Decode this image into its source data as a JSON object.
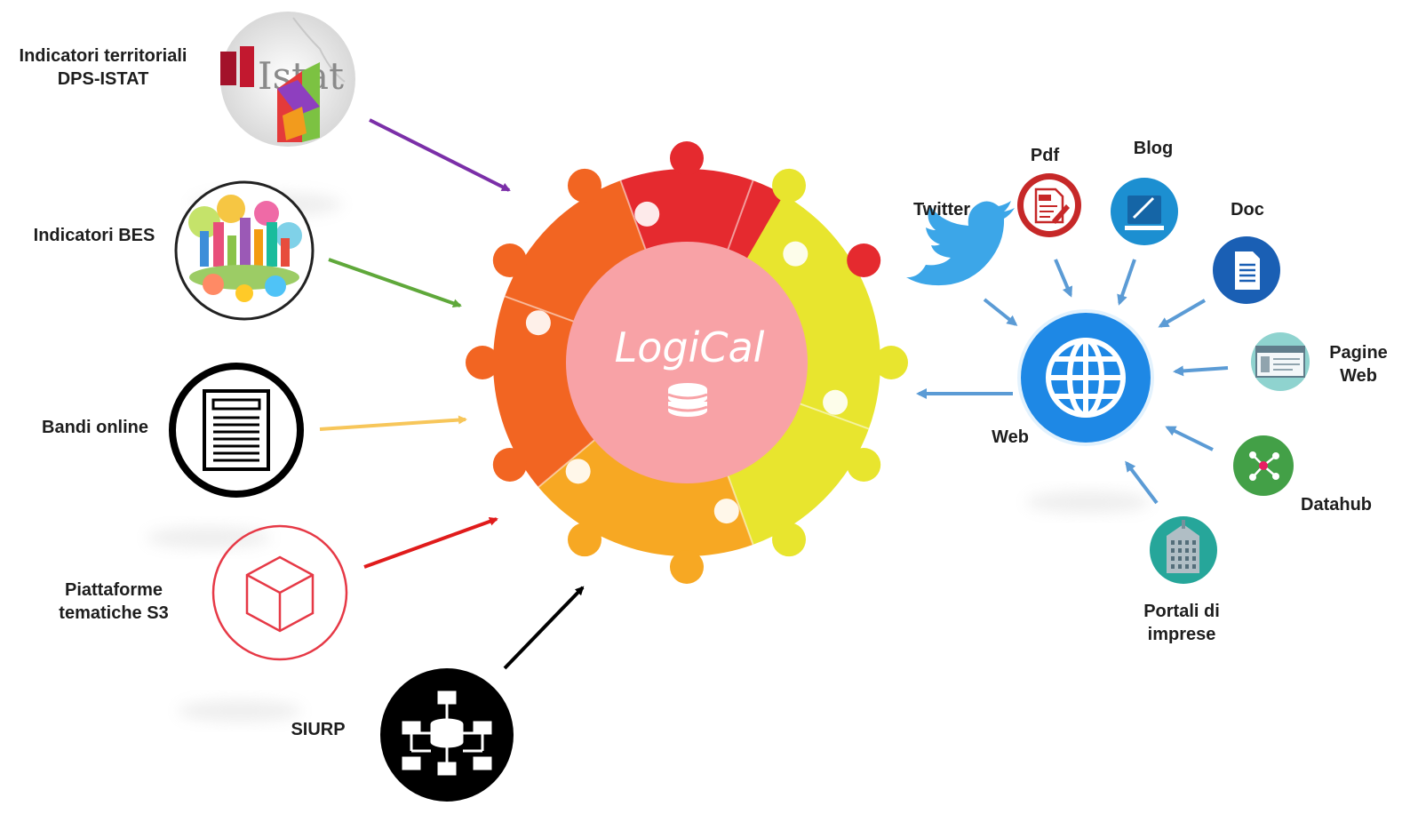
{
  "center": {
    "title": "LogiCal",
    "icon": "database-icon"
  },
  "sources_left": [
    {
      "id": "istat",
      "lines": [
        "Indicatori territoriali",
        "DPS-ISTAT"
      ],
      "icon": "istat-chart-icon",
      "arrow_color": "#7b2fa8"
    },
    {
      "id": "bes",
      "lines": [
        "Indicatori BES"
      ],
      "icon": "city-skyline-icon",
      "arrow_color": "#5fa83a"
    },
    {
      "id": "bandi",
      "lines": [
        "Bandi online"
      ],
      "icon": "document-icon",
      "arrow_color": "#f7c65a"
    },
    {
      "id": "s3",
      "lines": [
        "Piattaforme",
        "tematiche S3"
      ],
      "icon": "cube-icon",
      "arrow_color": "#e01b1b"
    },
    {
      "id": "siurp",
      "lines": [
        "SIURP"
      ],
      "icon": "network-database-icon",
      "arrow_color": "#000000"
    }
  ],
  "web_hub": {
    "label": "Web",
    "icon": "globe-icon",
    "color": "#1e88e5"
  },
  "sources_right": [
    {
      "id": "twitter",
      "lines": [
        "Twitter"
      ],
      "icon": "twitter-bird-icon"
    },
    {
      "id": "pdf",
      "lines": [
        "Pdf"
      ],
      "icon": "pdf-file-icon"
    },
    {
      "id": "blog",
      "lines": [
        "Blog"
      ],
      "icon": "blog-pen-icon"
    },
    {
      "id": "doc",
      "lines": [
        "Doc"
      ],
      "icon": "doc-file-icon"
    },
    {
      "id": "pagine",
      "lines": [
        "Pagine",
        "Web"
      ],
      "icon": "browser-window-icon"
    },
    {
      "id": "datahub",
      "lines": [
        "Datahub"
      ],
      "icon": "graph-nodes-icon"
    },
    {
      "id": "portali",
      "lines": [
        "Portali di",
        "imprese"
      ],
      "icon": "building-icon"
    }
  ],
  "colors": {
    "ring_red": "#e52a2f",
    "ring_orange": "#f26522",
    "ring_amber": "#f7a823",
    "ring_yellow": "#e8e52e",
    "core_pink": "#f8a2a6",
    "arrow_blue": "#5b9bd5"
  }
}
